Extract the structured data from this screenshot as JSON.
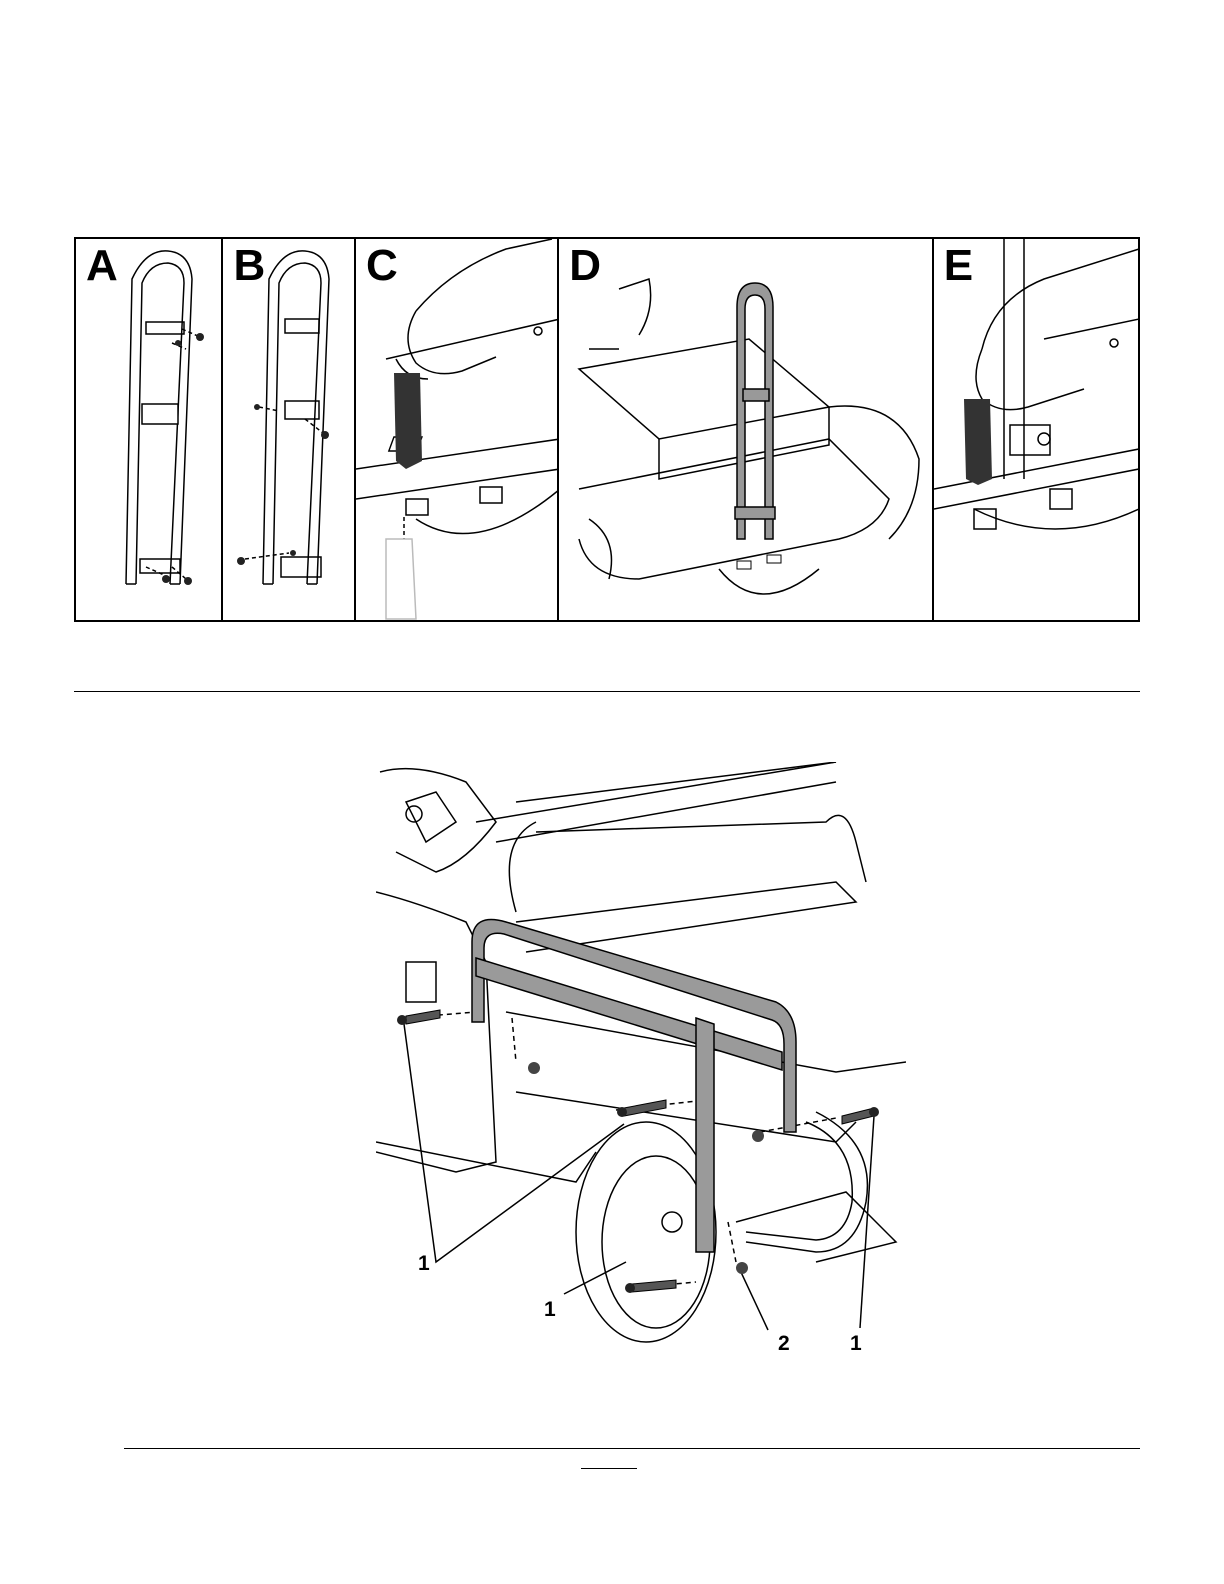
{
  "steps_figure": {
    "panels": [
      {
        "letter": "A"
      },
      {
        "letter": "B"
      },
      {
        "letter": "C"
      },
      {
        "letter": "D"
      },
      {
        "letter": "E"
      }
    ]
  },
  "assembly_figure": {
    "callouts": [
      "1",
      "1",
      "2",
      "1"
    ]
  },
  "footer": {
    "page_number": ""
  }
}
